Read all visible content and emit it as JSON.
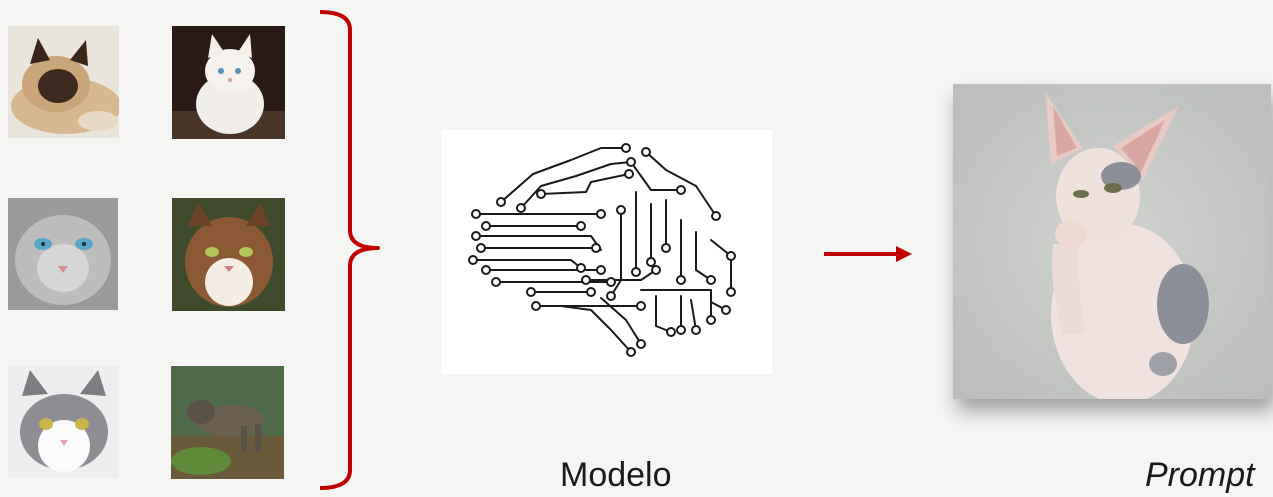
{
  "labels": {
    "model": "Modelo",
    "prompt": "Prompt"
  },
  "training_images": [
    {
      "name": "cat-image-1"
    },
    {
      "name": "cat-image-2"
    },
    {
      "name": "cat-image-3"
    },
    {
      "name": "cat-image-4"
    },
    {
      "name": "cat-image-5"
    },
    {
      "name": "cat-image-6"
    }
  ],
  "colors": {
    "background": "#f5f5f3",
    "accent_red": "#c00000",
    "circuit_stroke": "#1a1a1a"
  },
  "icons": {
    "model": "circuit-brain-icon",
    "arrow": "arrow-right-icon",
    "brace": "right-brace"
  }
}
